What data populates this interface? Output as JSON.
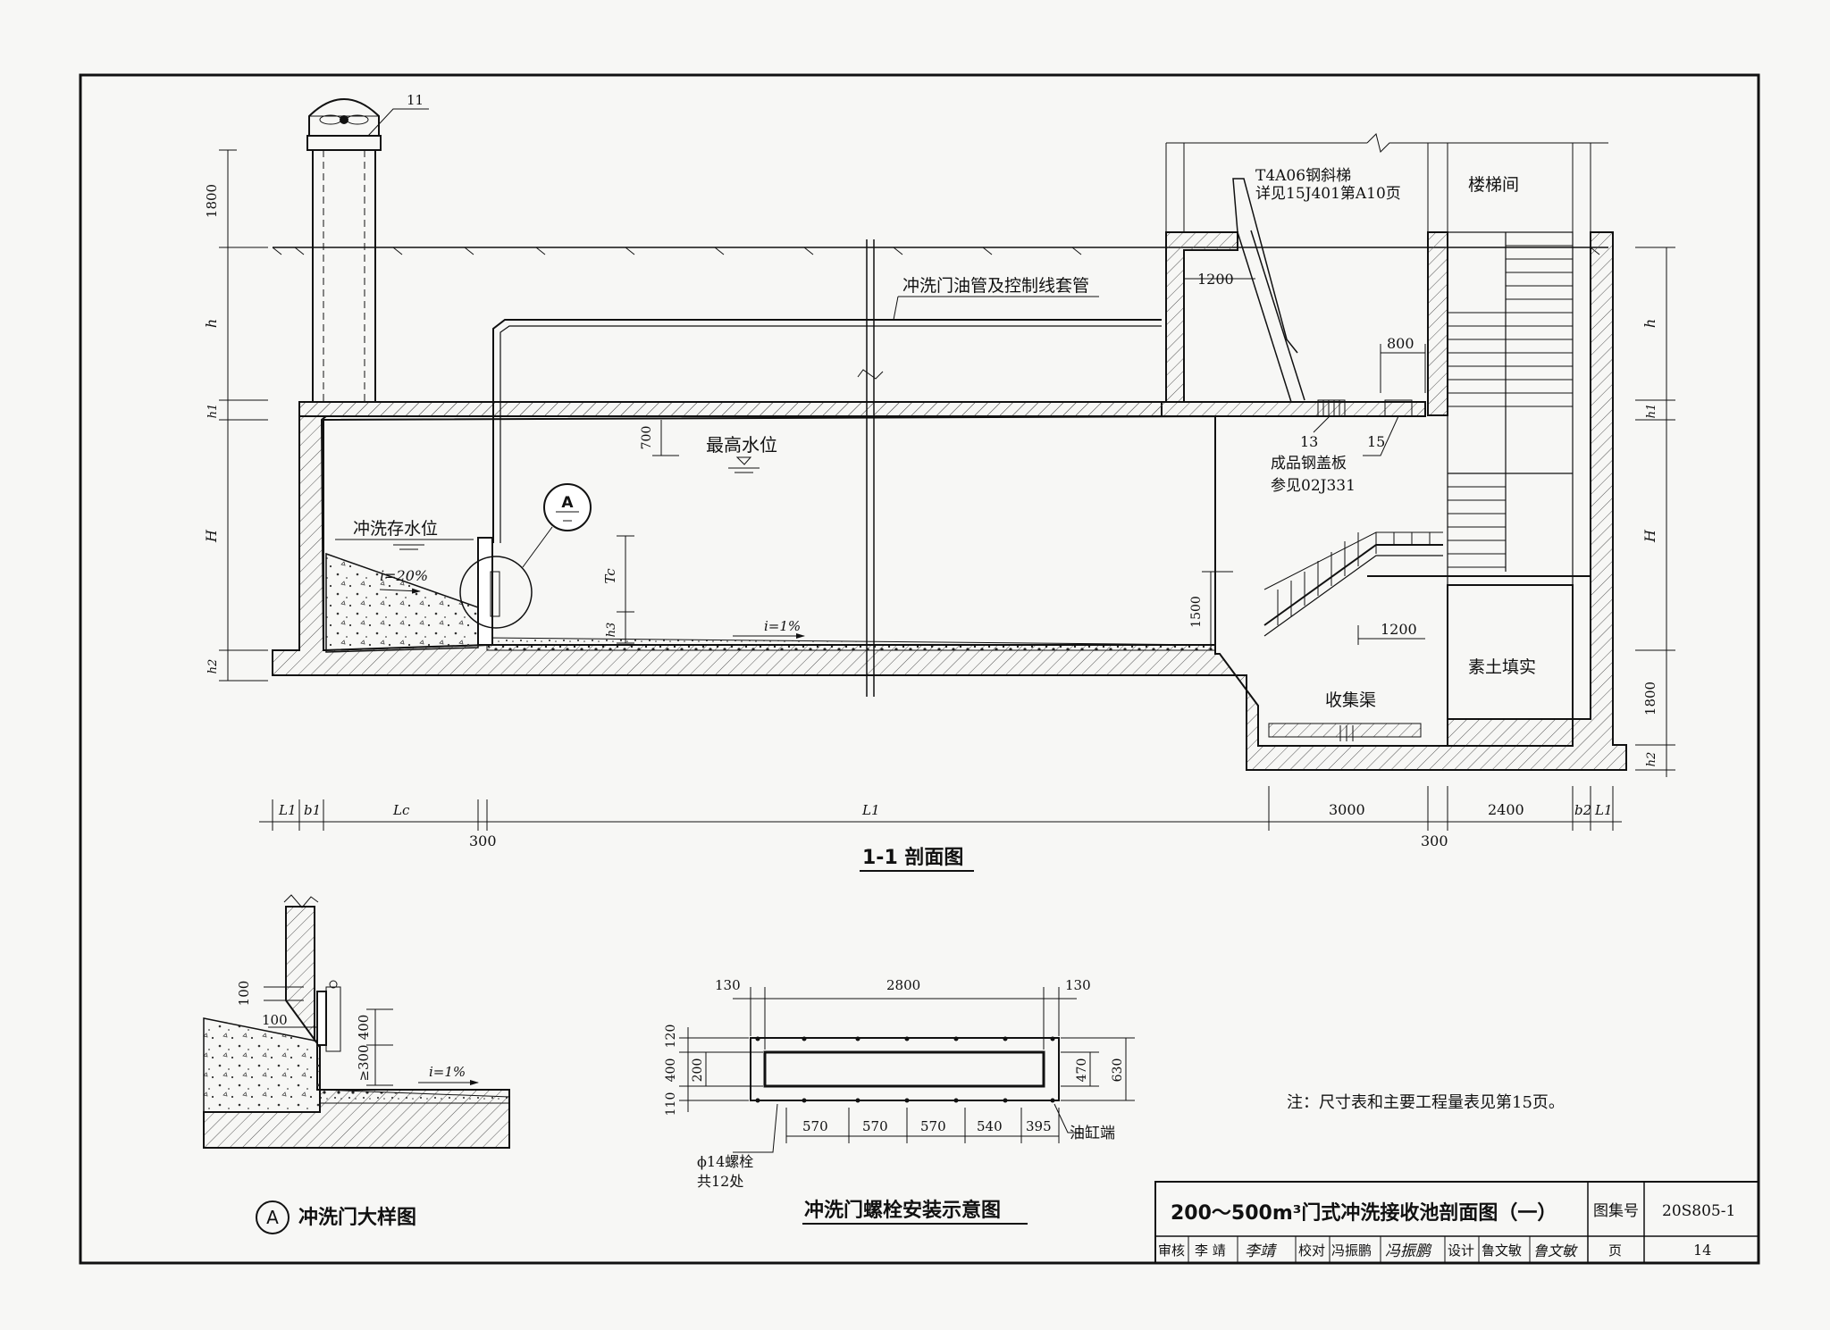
{
  "main_section": {
    "title": "1-1 剖面图",
    "callouts": {
      "c11": "11",
      "c13": "13",
      "c15": "15",
      "detailA": "A"
    },
    "labels": {
      "stair_line1": "T4A06钢斜梯",
      "stair_line2": "详见15J401第A10页",
      "stairwell": "楼梯间",
      "oil_pipe": "冲洗门油管及控制线套管",
      "max_water": "最高水位",
      "flush_water": "冲洗存水位",
      "slope20": "i=20%",
      "slope1": "i=1%",
      "cover_line1": "成品钢盖板",
      "cover_line2": "参见02J331",
      "channel": "收集渠",
      "backfill": "素土填实"
    },
    "dims": {
      "d1800_top": "1800",
      "h_left": "h",
      "h1_left": "h1",
      "H_left": "H",
      "h2_left": "h2",
      "h_right": "h",
      "h1_right": "h1",
      "H_right": "H",
      "d1800_right": "1800",
      "h2_right": "h2",
      "d700": "700",
      "Tc": "Tc",
      "h3": "h3",
      "d1500": "1500",
      "d1200_top": "1200",
      "d800": "800",
      "d1200_mid": "1200",
      "L1_a": "L1",
      "b1": "b1",
      "Lc": "Lc",
      "L1_main": "L1",
      "d3000": "3000",
      "d2400": "2400",
      "b2": "b2",
      "L1_b": "L1",
      "d300_a": "300",
      "d300_b": "300"
    }
  },
  "detail_a": {
    "title": "冲洗门大样图",
    "marker": "A",
    "dims": {
      "d100_v": "100",
      "d100_h": "100",
      "d400": "400",
      "d300": "≥300"
    },
    "slope": "i=1%"
  },
  "bolt_diagram": {
    "title": "冲洗门螺栓安装示意图",
    "dims": {
      "d130_l": "130",
      "d2800": "2800",
      "d130_r": "130",
      "d120": "120",
      "d400": "400",
      "d110": "110",
      "d200": "200",
      "d470": "470",
      "d630": "630",
      "s1": "570",
      "s2": "570",
      "s3": "570",
      "s4": "540",
      "s5": "395"
    },
    "bolt_line1": "ϕ14螺栓",
    "bolt_line2": "共12处",
    "cylinder_end": "油缸端"
  },
  "note": "注：尺寸表和主要工程量表见第15页。",
  "title_block": {
    "title": "200～500m³门式冲洗接收池剖面图（一）",
    "atlas_label": "图集号",
    "atlas_no": "20S805-1",
    "review_label": "审核",
    "reviewer": "李 靖",
    "reviewer_sig": "李靖",
    "check_label": "校对",
    "checker": "冯振鹏",
    "checker_sig": "冯振鹏",
    "design_label": "设计",
    "designer": "鲁文敏",
    "designer_sig": "鲁文敏",
    "page_label": "页",
    "page_no": "14"
  }
}
